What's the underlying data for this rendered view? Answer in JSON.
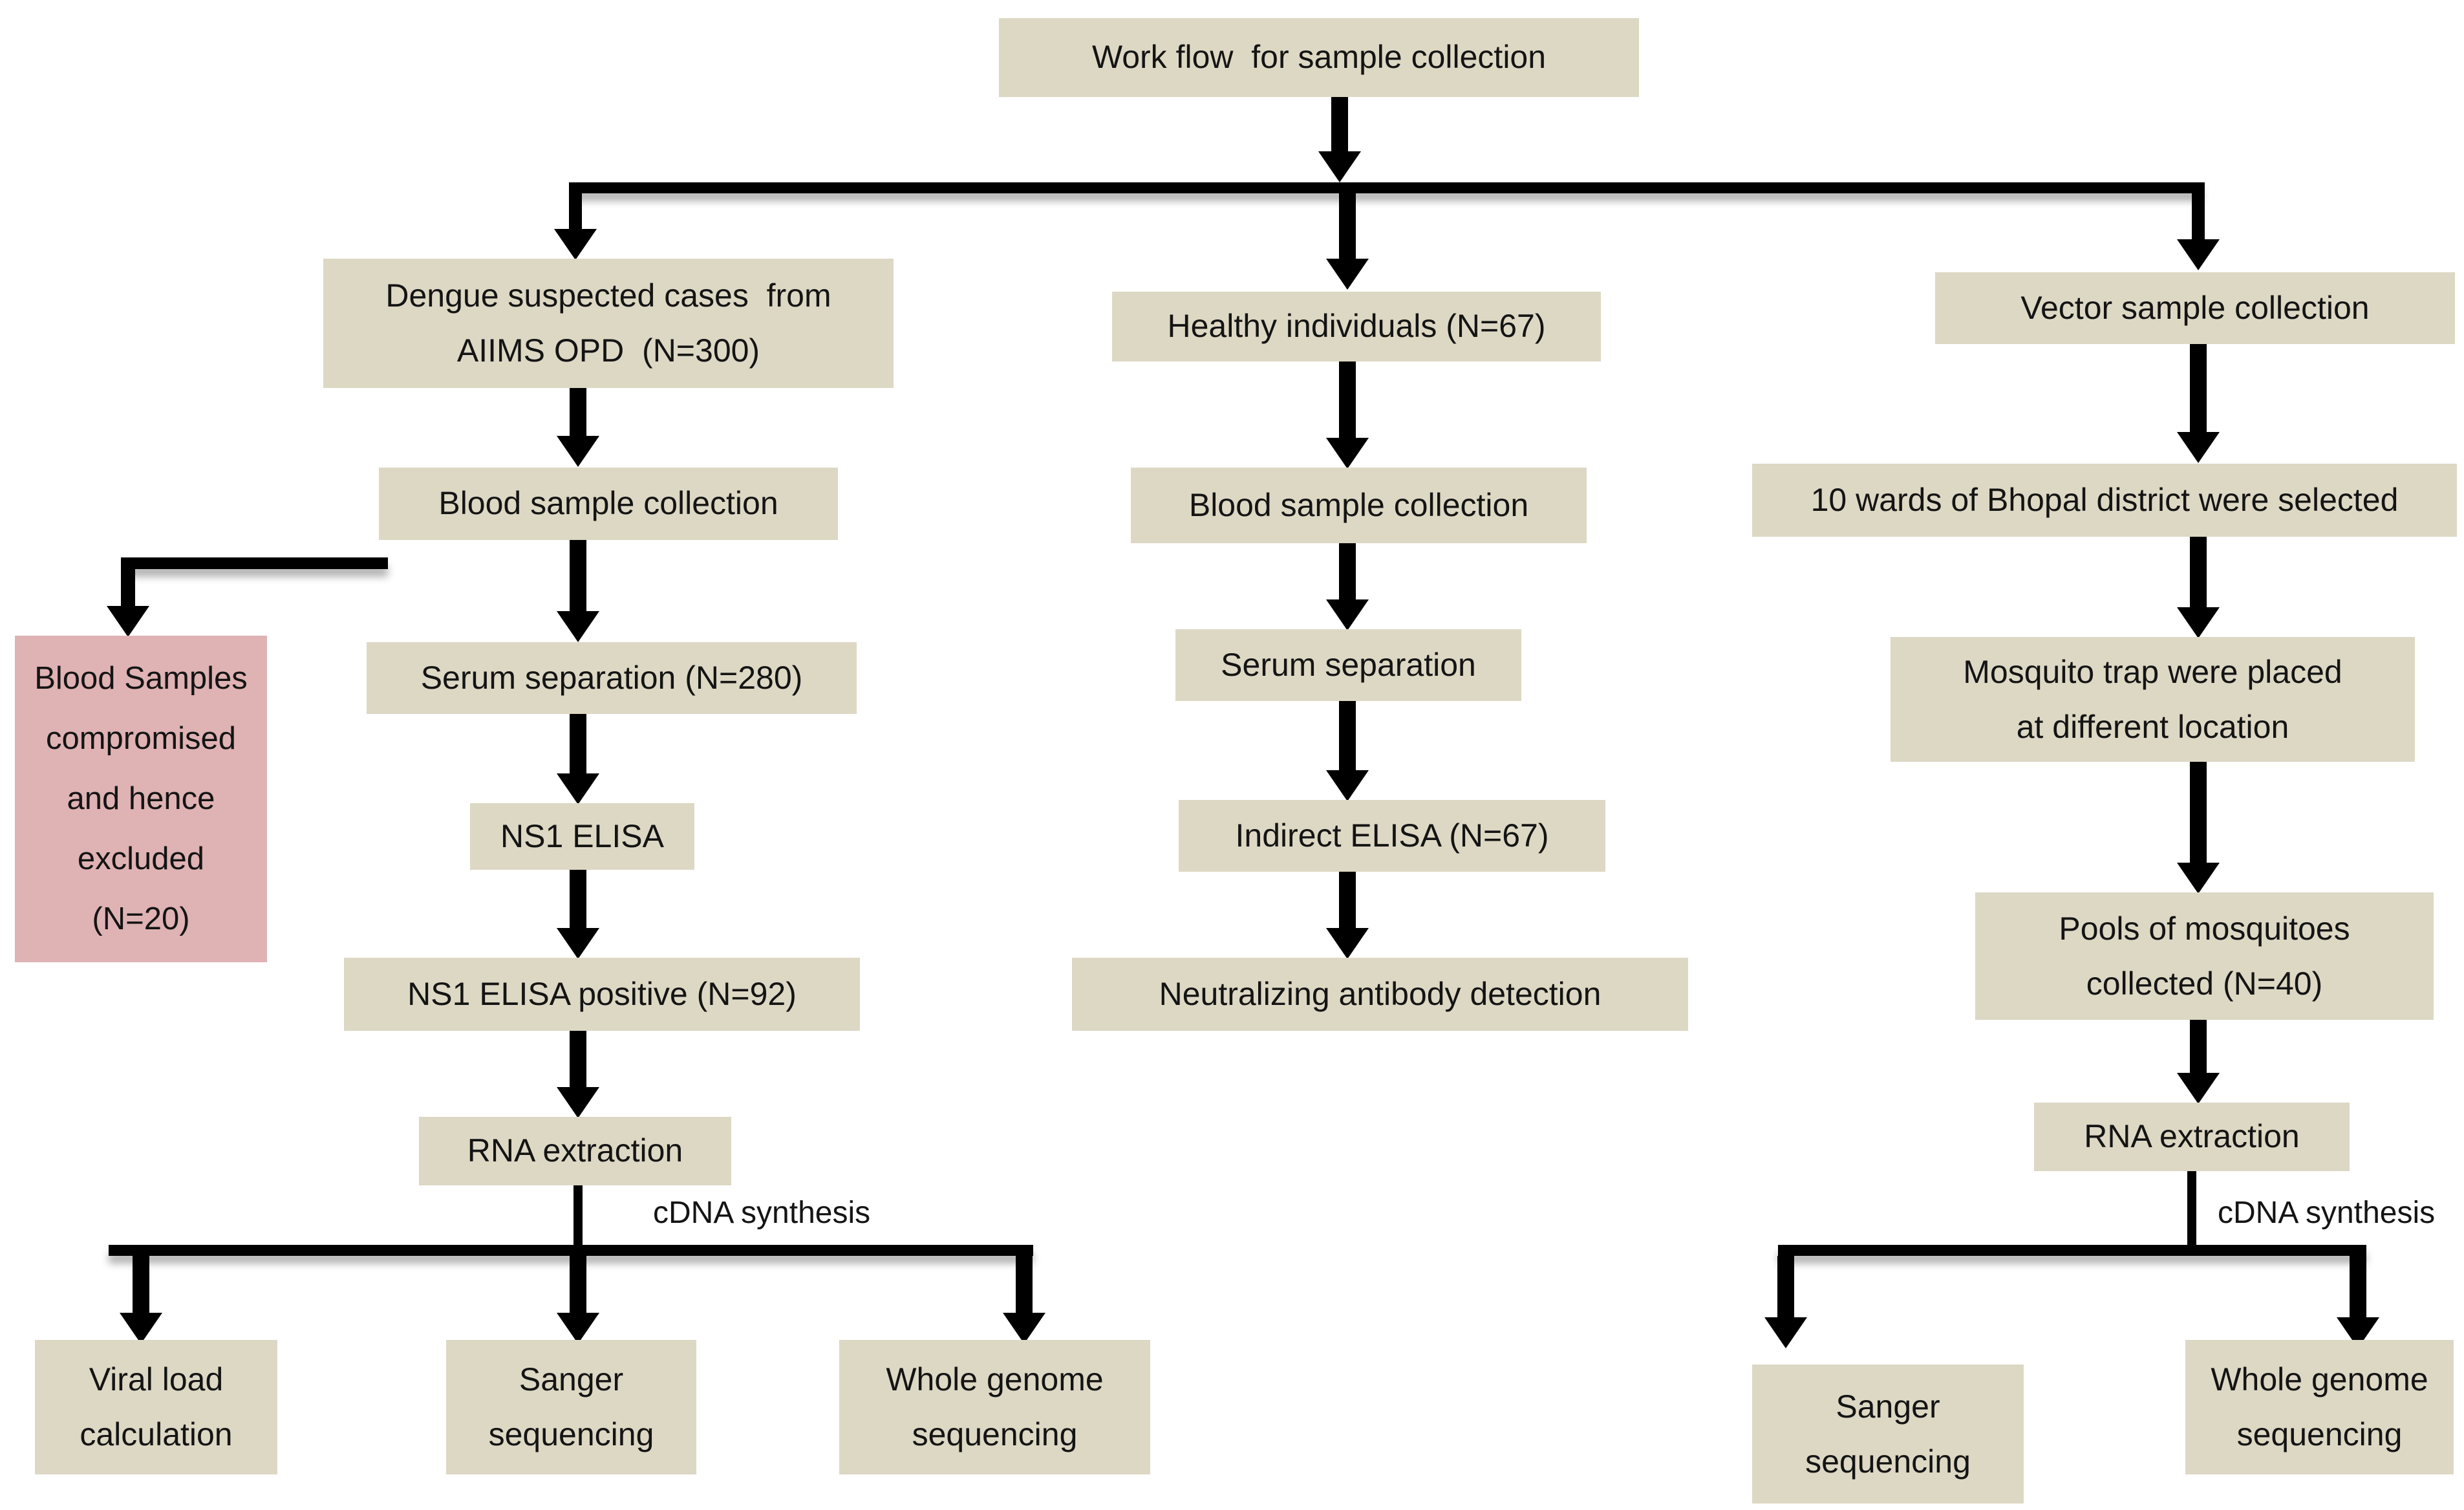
{
  "page": {
    "background": "#ffffff"
  },
  "colors": {
    "node_fill": "#ddd8c4",
    "excluded_fill": "#dfb2b4",
    "connector": "#000000",
    "text": "#141414"
  },
  "flowchart": {
    "title_node": "Work flow  for sample collection",
    "branch_patients": {
      "source": "Dengue suspected cases  from\nAIIMS OPD  (N=300)",
      "blood_collection": "Blood sample collection",
      "excluded_note": "Blood Samples\ncompromised\nand hence\nexcluded\n(N=20)",
      "serum_separation": "Serum separation (N=280)",
      "ns1_elisa": "NS1 ELISA",
      "ns1_positive": "NS1 ELISA positive (N=92)",
      "rna_extraction": "RNA extraction",
      "cdna_label": "cDNA synthesis",
      "output_viral_load": "Viral load\ncalculation",
      "output_sanger": "Sanger\nsequencing",
      "output_wgs": "Whole genome\nsequencing"
    },
    "branch_healthy": {
      "source": "Healthy individuals (N=67)",
      "blood_collection": "Blood sample collection",
      "serum_separation": "Serum separation",
      "indirect_elisa": "Indirect ELISA (N=67)",
      "neutralizing": "Neutralizing antibody detection"
    },
    "branch_vector": {
      "source": "Vector sample collection",
      "wards": "10 wards of Bhopal district were selected",
      "mosquito_trap": "Mosquito trap were placed\nat different location",
      "pools": "Pools of mosquitoes\ncollected (N=40)",
      "rna_extraction": "RNA extraction",
      "cdna_label": "cDNA synthesis",
      "output_sanger": "Sanger\nsequencing",
      "output_wgs": "Whole genome\nsequencing"
    }
  }
}
